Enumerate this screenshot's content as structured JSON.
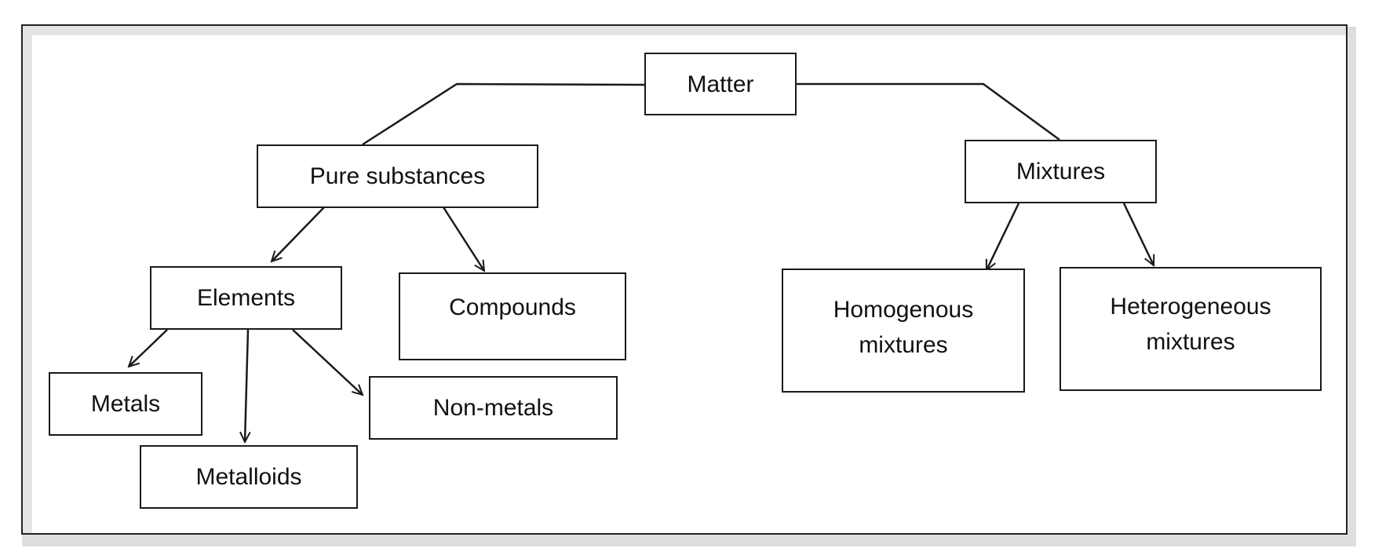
{
  "diagram": {
    "nodes": {
      "matter": "Matter",
      "pure_substances": "Pure substances",
      "mixtures": "Mixtures",
      "elements": "Elements",
      "compounds": "Compounds",
      "metals": "Metals",
      "metalloids": "Metalloids",
      "non_metals": "Non-metals",
      "homogenous_line1": "Homogenous",
      "homogenous_line2": "mixtures",
      "heterogeneous_line1": "Heterogeneous",
      "heterogeneous_line2": "mixtures"
    },
    "edges": [
      {
        "from": "Matter",
        "to": "Pure substances",
        "arrow": false
      },
      {
        "from": "Matter",
        "to": "Mixtures",
        "arrow": false
      },
      {
        "from": "Pure substances",
        "to": "Elements",
        "arrow": true
      },
      {
        "from": "Pure substances",
        "to": "Compounds",
        "arrow": true
      },
      {
        "from": "Elements",
        "to": "Metals",
        "arrow": true
      },
      {
        "from": "Elements",
        "to": "Metalloids",
        "arrow": true
      },
      {
        "from": "Elements",
        "to": "Non-metals",
        "arrow": true
      },
      {
        "from": "Mixtures",
        "to": "Homogenous mixtures",
        "arrow": true
      },
      {
        "from": "Mixtures",
        "to": "Heterogeneous mixtures",
        "arrow": true
      }
    ]
  }
}
